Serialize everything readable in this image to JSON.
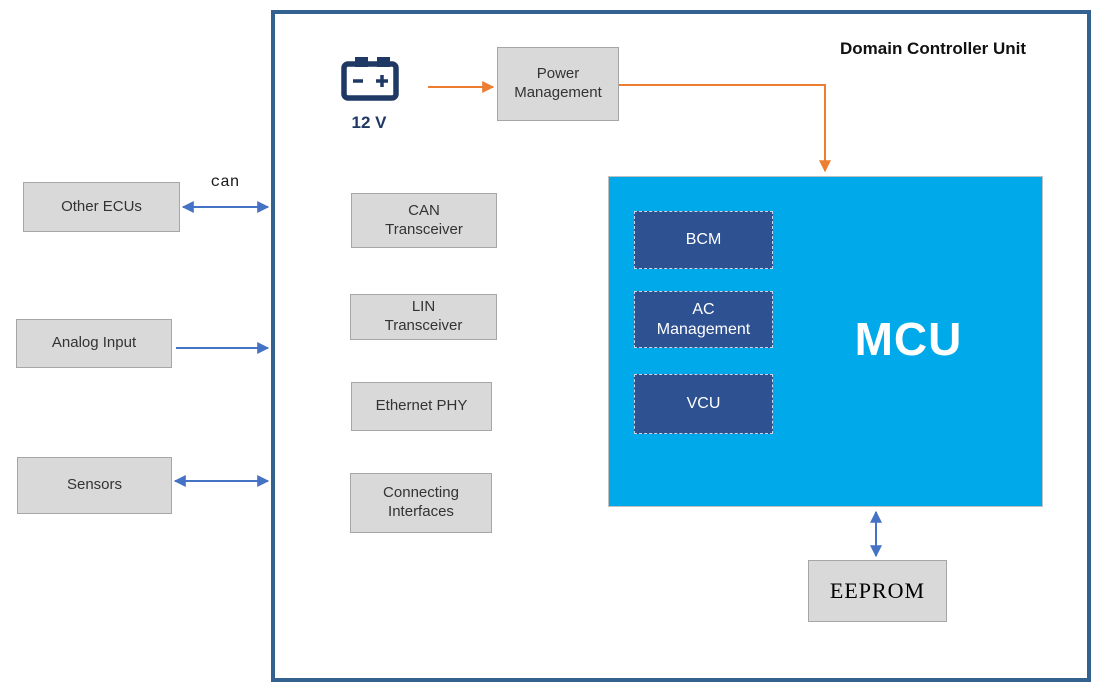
{
  "title": "Domain Controller Unit",
  "external_nodes": {
    "other_ecus": "Other ECUs",
    "analog_input": "Analog Input",
    "sensors": "Sensors"
  },
  "bus_label": "can",
  "power": {
    "battery_voltage": "12 V",
    "power_management": "Power\nManagement"
  },
  "interfaces": {
    "can_transceiver": "CAN\nTransceiver",
    "lin_transceiver": "LIN\nTransceiver",
    "ethernet_phy": "Ethernet PHY",
    "connecting_interfaces": "Connecting\nInterfaces"
  },
  "mcu": {
    "label": "MCU",
    "modules": {
      "bcm": "BCM",
      "ac_management": "AC\nManagement",
      "vcu": "VCU"
    }
  },
  "memory": {
    "eeprom": "EEPROM"
  },
  "colors": {
    "mcu_fill": "#00a9e9",
    "module_fill": "#2e5192",
    "arrow_blue": "#4472c4",
    "arrow_orange": "#ed7d31",
    "node_fill": "#d9d9d9",
    "frame_border": "#336291",
    "battery_navy": "#1f3864"
  }
}
